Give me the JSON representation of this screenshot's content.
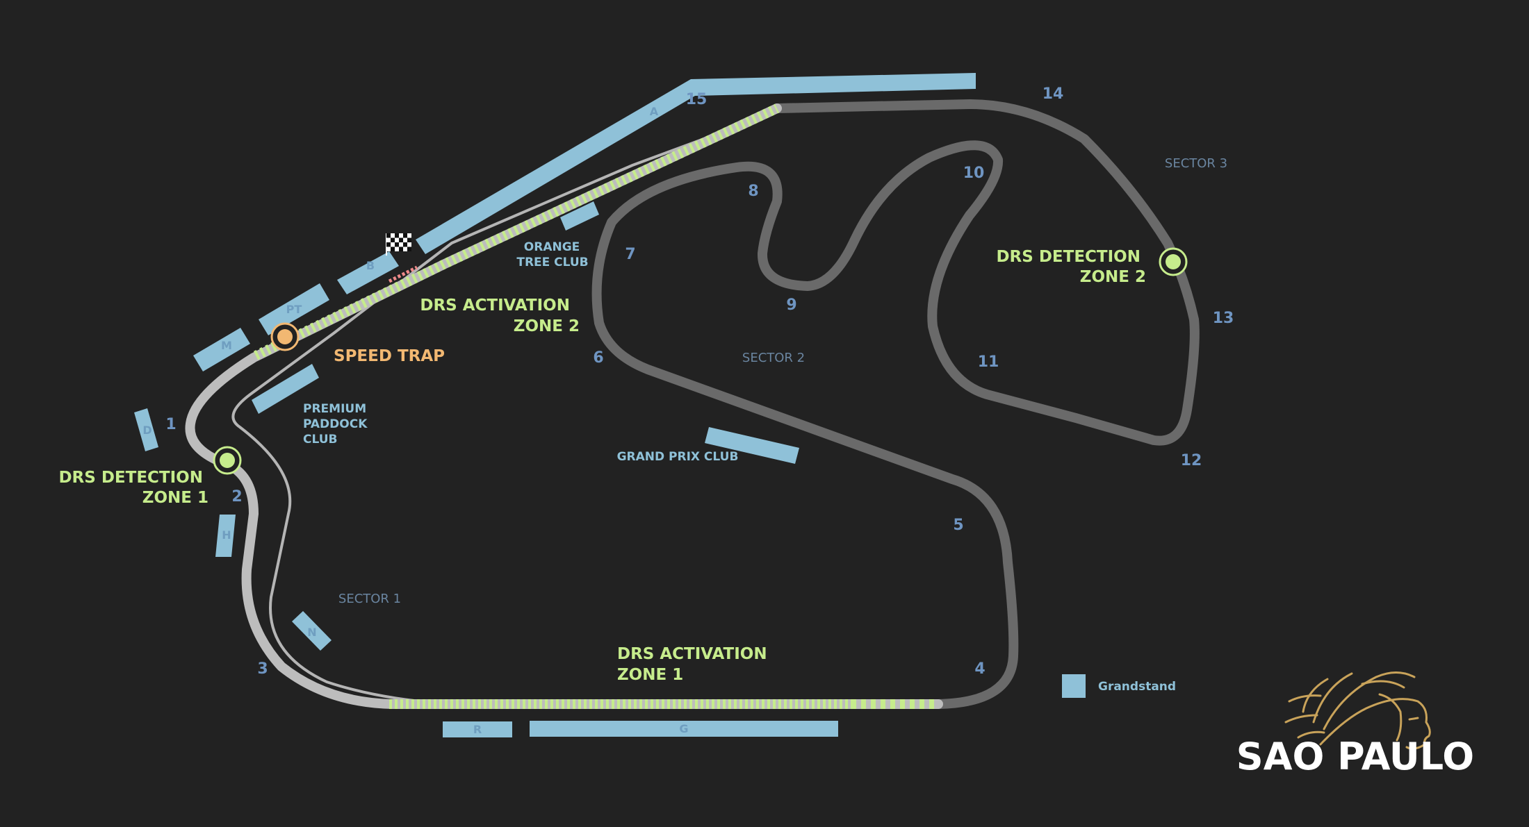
{
  "colors": {
    "background": "#222222",
    "track_sector1": "#bdbdbd",
    "track_sector23": "#6a6a6a",
    "pitlane": "#b5b5b5",
    "grandstand": "#8fc1d8",
    "drs": "#c6ec8c",
    "turn_number": "#6f95c2",
    "sector_label": "#6a85a0",
    "speed_trap": "#f2b872",
    "logo_gold": "#c9a35a"
  },
  "turns": [
    "1",
    "2",
    "3",
    "4",
    "5",
    "6",
    "7",
    "8",
    "9",
    "10",
    "11",
    "12",
    "13",
    "14",
    "15"
  ],
  "sectors": {
    "s1": "SECTOR 1",
    "s2": "SECTOR 2",
    "s3": "SECTOR 3"
  },
  "grandstands": [
    "A",
    "B",
    "PT",
    "M",
    "D",
    "H",
    "N",
    "R",
    "G"
  ],
  "labels": {
    "drs_detection_1": [
      "DRS DETECTION",
      "ZONE 1"
    ],
    "drs_detection_2": [
      "DRS DETECTION",
      "ZONE 2"
    ],
    "drs_activation_1": [
      "DRS ACTIVATION",
      "ZONE 1"
    ],
    "drs_activation_2": [
      "DRS ACTIVATION",
      "ZONE 2"
    ],
    "speed_trap": "SPEED TRAP",
    "orange_tree_club": [
      "ORANGE",
      "TREE CLUB"
    ],
    "premium_paddock_club": [
      "PREMIUM",
      "PADDOCK",
      "CLUB"
    ],
    "grand_prix_club": "GRAND PRIX CLUB"
  },
  "legend": {
    "grandstand": "Grandstand"
  },
  "logo": {
    "text": "SAO PAULO"
  }
}
